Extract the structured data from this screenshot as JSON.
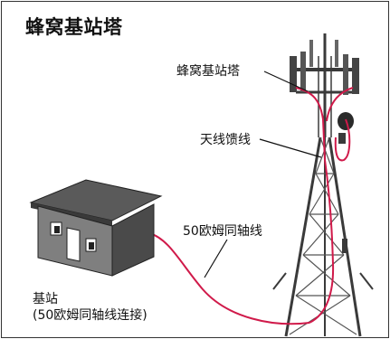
{
  "title": "蜂窝基站塔",
  "labels": {
    "tower": "蜂窝基站塔",
    "feeder": "天线馈线",
    "coax": "50欧姆同轴线",
    "station_line1": "基站",
    "station_line2": "(50欧姆同轴线连接)"
  },
  "colors": {
    "cable": "#d01a4a",
    "building_roof": "#5a5a5a",
    "building_front": "#7f7f7f",
    "building_side": "#4a4a4a",
    "tower_steel": "#3a3a3a"
  }
}
